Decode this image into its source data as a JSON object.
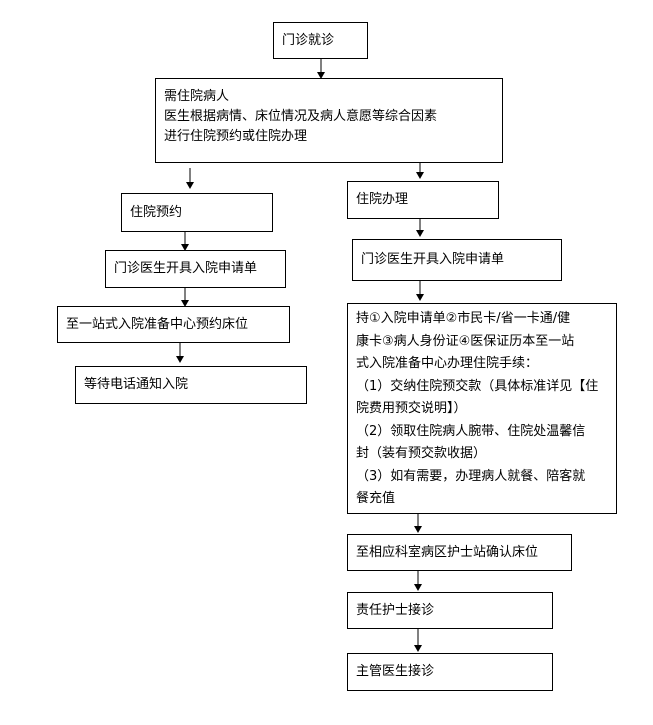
{
  "diagram": {
    "start": "门诊就诊",
    "need_hospital": {
      "lines": [
        "需住院病人",
        "医生根据病情、床位情况及病人意愿等综合因素",
        "进行住院预约或住院办理"
      ]
    },
    "left_branch": {
      "reserve": "住院预约",
      "outpatient_request": "门诊医生开具入院申请单",
      "one_stop_reserve": "至一站式入院准备中心预约床位",
      "wait_call": "等待电话通知入院"
    },
    "right_branch": {
      "admission": "住院办理",
      "outpatient_request": "门诊医生开具入院申请单",
      "procedures": {
        "lines": [
          "持①入院申请单②市民卡/省一卡通/健",
          "康卡③病人身份证④医保证历本至一站",
          "式入院准备中心办理住院手续：",
          "（1）交纳住院预交款（具体标准详见【住",
          "院费用预交说明】）",
          "（2）领取住院病人腕带、住院处温馨信",
          "封（装有预交款收据）",
          "（3）如有需要，办理病人就餐、陪客就",
          "餐充值"
        ]
      },
      "confirm_bed": "至相应科室病区护士站确认床位",
      "nurse": "责任护士接诊",
      "doctor": "主管医生接诊"
    }
  }
}
